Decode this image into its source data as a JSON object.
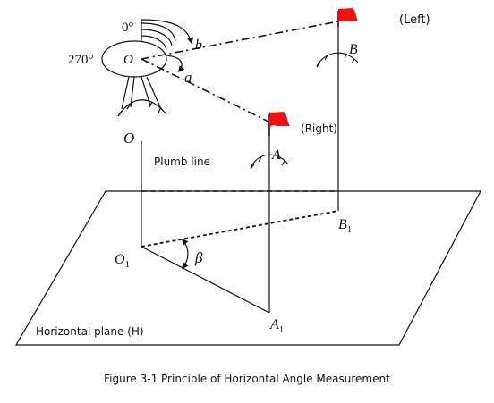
{
  "labels": {
    "deg_zero": "0°",
    "deg_270": "270°",
    "center_O": "O",
    "angle_b": "b",
    "angle_a": "a",
    "point_B": "B",
    "point_A": "A",
    "left": "(Left)",
    "right": "(Right)",
    "lower_O": "O",
    "plumb_line": "Plumb line",
    "point_B1": "B",
    "sub_B1": "1",
    "point_O1": "O",
    "sub_O1": "1",
    "angle_beta": "β",
    "point_A1": "A",
    "sub_A1": "1",
    "plane": "Horizontal plane (H)",
    "caption": "Figure 3-1 Principle of Horizontal Angle Measurement"
  },
  "colors": {
    "line": "#111111",
    "flag": "#ee1111",
    "background": "#ffffff"
  }
}
